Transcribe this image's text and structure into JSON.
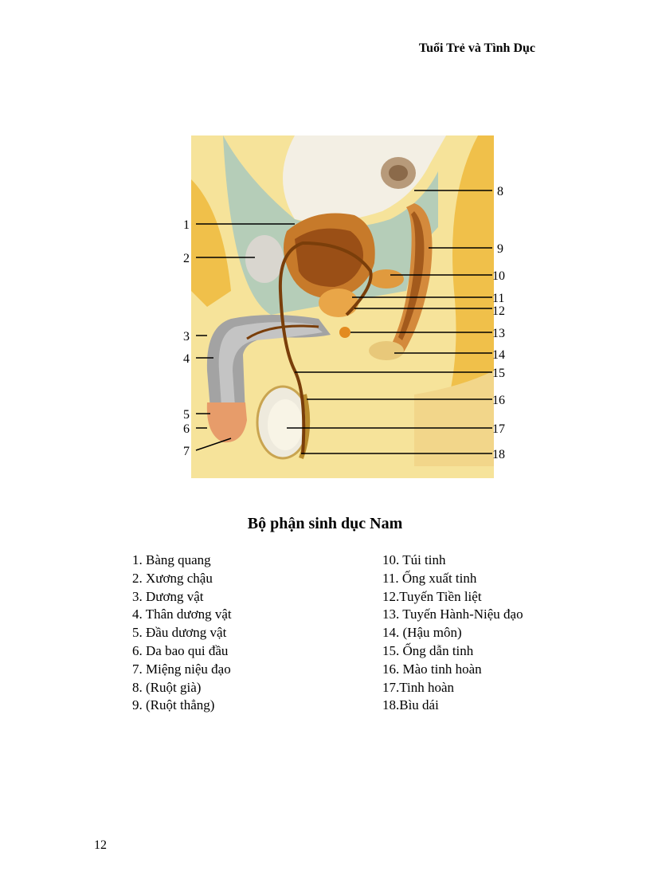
{
  "header": {
    "title": "Tuổi Trẻ và Tình Dục"
  },
  "figure": {
    "callouts": [
      "1",
      "2",
      "3",
      "4",
      "5",
      "6",
      "7",
      "8",
      "9",
      "10",
      "11",
      "12",
      "13",
      "14",
      "15",
      "16",
      "17",
      "18"
    ]
  },
  "caption": "Bộ phận sinh dục Nam",
  "legend": {
    "left": [
      "1.  Bàng quang",
      "2.  Xương chậu",
      "3.  Dương vật",
      "4.  Thân dương vật",
      "5.  Đầu dương vật",
      "6.  Da bao qui đầu",
      "7.  Miệng niệu đạo",
      "8.  (Ruột già)",
      "9.  (Ruột thẳng)"
    ],
    "right": [
      "10. Túi tinh",
      "11. Ống xuất tinh",
      "12.Tuyến Tiền liệt",
      "13. Tuyến Hành-Niệu đạo",
      "14. (Hậu môn)",
      "15. Ống dẫn tinh",
      "16. Mào tinh hoàn",
      "17.Tinh hoàn",
      "18.Bìu dái"
    ]
  },
  "page_number": "12"
}
